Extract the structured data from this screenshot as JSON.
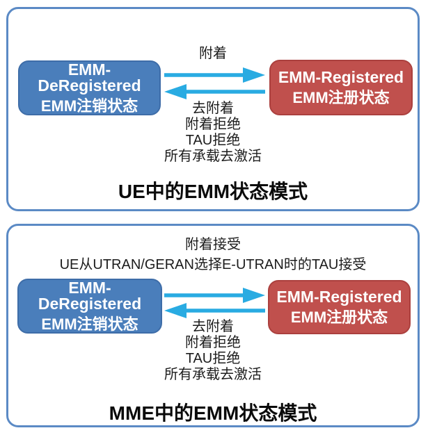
{
  "colors": {
    "panel_border": "#5b8ac5",
    "deregistered_box": "#4a7ebb",
    "deregistered_border": "#3e6da8",
    "registered_box": "#c0504d",
    "registered_border": "#ab403e",
    "arrow": "#29abe2",
    "box_text": "#ffffff",
    "label_text": "#1c1c1c",
    "title_text": "#0a0a0a"
  },
  "panels": [
    {
      "id": "ue",
      "title": "UE中的EMM状态模式",
      "deregistered": {
        "line1": "EMM-DeRegistered",
        "line2": "EMM注销状态"
      },
      "registered": {
        "line1": "EMM-Registered",
        "line2": "EMM注册状态"
      },
      "forward_labels": [
        "附着"
      ],
      "reverse_labels": [
        "去附着",
        "附着拒绝",
        "TAU拒绝",
        "所有承载去激活"
      ]
    },
    {
      "id": "mme",
      "title": "MME中的EMM状态模式",
      "deregistered": {
        "line1": "EMM-DeRegistered",
        "line2": "EMM注销状态"
      },
      "registered": {
        "line1": "EMM-Registered",
        "line2": "EMM注册状态"
      },
      "forward_labels": [
        "附着接受",
        "UE从UTRAN/GERAN选择E-UTRAN时的TAU接受"
      ],
      "reverse_labels": [
        "去附着",
        "附着拒绝",
        "TAU拒绝",
        "所有承载去激活"
      ]
    }
  ]
}
